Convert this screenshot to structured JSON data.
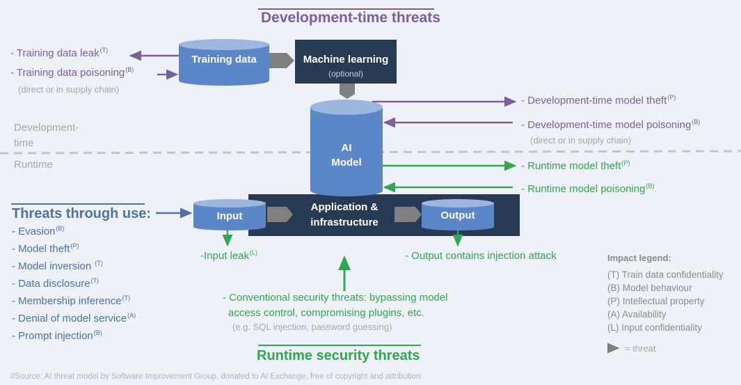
{
  "headers": {
    "dev_time": "Development-time threats",
    "runtime": "Runtime security threats",
    "threats_through_use": "Threats through use:"
  },
  "zones": {
    "dev_label_1": "Development-",
    "dev_label_2": "time",
    "runtime_label": "Runtime"
  },
  "nodes": {
    "training_data": "Training data",
    "machine_learning": "Machine learning",
    "machine_learning_note": "(optional)",
    "ai_model_1": "AI",
    "ai_model_2": "Model",
    "input": "Input",
    "app_1": "Application &",
    "app_2": "infrastructure",
    "output": "Output"
  },
  "dev_threats": {
    "training_leak": {
      "text": "- Training data leak",
      "impact": "(T)"
    },
    "training_poison": {
      "text": "- Training data poisoning",
      "impact": "(B)"
    },
    "training_poison_note": "(direct or in supply chain)",
    "model_theft": {
      "text": "- Development-time model theft",
      "impact": "(P)"
    },
    "model_poison": {
      "text": "- Development-time model poisoning",
      "impact": "(B)"
    },
    "model_poison_note": "(direct or in supply chain)"
  },
  "runtime_threats": {
    "model_theft": {
      "text": "- Runtime model theft",
      "impact": "(P)"
    },
    "model_poison": {
      "text": "- Runtime model poisoning",
      "impact": "(B)"
    },
    "input_leak": {
      "text": "-Input leak",
      "impact": "(L)"
    },
    "output_injection": "- Output contains injection attack",
    "conventional_1": "- Conventional security threats: bypassing model",
    "conventional_2": "access control, compromising plugins, etc.",
    "conventional_note": "(e.g. SQL injection, password guessing)"
  },
  "use_threats": [
    {
      "text": "- Evasion",
      "impact": "(B)"
    },
    {
      "text": "- Model theft",
      "impact": "(P)"
    },
    {
      "text": "- Model inversion ",
      "impact": "(T)"
    },
    {
      "text": "- Data disclosure",
      "impact": "(T)"
    },
    {
      "text": "- Membership inference",
      "impact": "(T)"
    },
    {
      "text": "- Denial of model service",
      "impact": "(A)"
    },
    {
      "text": "- Prompt injection",
      "impact": "(B)"
    }
  ],
  "legend": {
    "title": "Impact legend:",
    "items": [
      "(T) Train data confidentiality",
      "(B) Model behaviour",
      "(P) Intellectual property",
      "(A) Availability",
      "(L) Input confidentiality"
    ],
    "arrow_label": "= threat"
  },
  "source": "//Source: AI threat model by Software Improvement Group, donated to AI Exchange, free of copyright and attribution",
  "colors": {
    "dev": "#7b5fa0",
    "runtime": "#2fa84f",
    "use": "#4b71a7",
    "cylinder": "#5b87c9",
    "cylinder_top": "#9db8e0",
    "box": "#263a54",
    "flow_arrow": "#808080"
  }
}
